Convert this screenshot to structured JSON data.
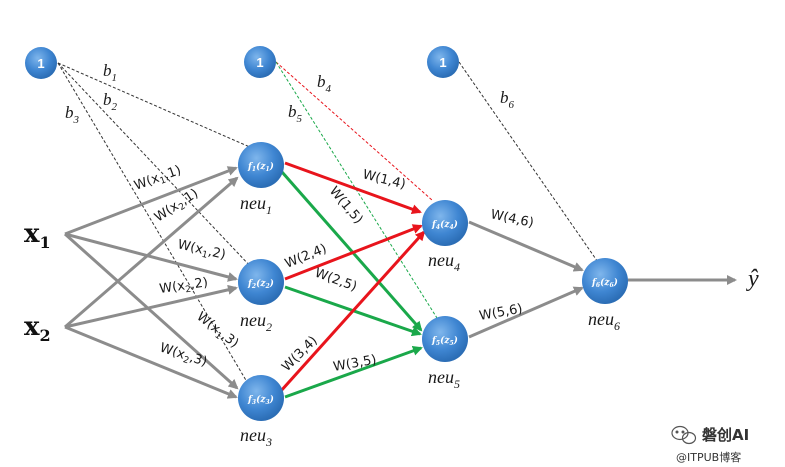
{
  "inputs": [
    {
      "id": "x1",
      "label": "x",
      "sub": "1"
    },
    {
      "id": "x2",
      "label": "x",
      "sub": "2"
    }
  ],
  "bias_nodes": [
    {
      "id": "bias1",
      "label": "1"
    },
    {
      "id": "bias2",
      "label": "1"
    },
    {
      "id": "bias3",
      "label": "1"
    }
  ],
  "neurons": [
    {
      "id": "n1",
      "f": "f",
      "i": "1",
      "caption": "neu",
      "sub": "1"
    },
    {
      "id": "n2",
      "f": "f",
      "i": "2",
      "caption": "neu",
      "sub": "2"
    },
    {
      "id": "n3",
      "f": "f",
      "i": "3",
      "caption": "neu",
      "sub": "3"
    },
    {
      "id": "n4",
      "f": "f",
      "i": "4",
      "caption": "neu",
      "sub": "4"
    },
    {
      "id": "n5",
      "f": "f",
      "i": "5",
      "caption": "neu",
      "sub": "5"
    },
    {
      "id": "n6",
      "f": "f",
      "i": "6",
      "caption": "neu",
      "sub": "6"
    }
  ],
  "bias_labels": {
    "b1": "b",
    "b1s": "1",
    "b2": "b",
    "b2s": "2",
    "b3": "b",
    "b3s": "3",
    "b4": "b",
    "b4s": "4",
    "b5": "b",
    "b5s": "5",
    "b6": "b",
    "b6s": "6"
  },
  "weights": {
    "wx11": {
      "w": "W",
      "a": "(x",
      "b": "1",
      "c": ",1)"
    },
    "wx21": {
      "w": "W",
      "a": "(x",
      "b": "2",
      "c": ",1)"
    },
    "wx12": {
      "w": "W",
      "a": "(x",
      "b": "1",
      "c": ",2)"
    },
    "wx22": {
      "w": "W",
      "a": "(x",
      "b": "2",
      "c": ",2)"
    },
    "wx13": {
      "w": "W",
      "a": "(x",
      "b": "1",
      "c": ",3)"
    },
    "wx23": {
      "w": "W",
      "a": "(x",
      "b": "2",
      "c": ",3)"
    },
    "w14": {
      "w": "W",
      "idx": "(1,4)"
    },
    "w15": {
      "w": "W",
      "idx": "(1,5)"
    },
    "w24": {
      "w": "W",
      "idx": "(2,4)"
    },
    "w25": {
      "w": "W",
      "idx": "(2,5)"
    },
    "w34": {
      "w": "W",
      "idx": "(3,4)"
    },
    "w35": {
      "w": "W",
      "idx": "(3,5)"
    },
    "w46": {
      "w": "W",
      "idx": "(4,6)"
    },
    "w56": {
      "w": "W",
      "idx": "(5,6)"
    }
  },
  "output": {
    "label": "ŷ"
  },
  "watermark": {
    "brand": "磐创AI",
    "source": "@ITPUB博客"
  },
  "colors": {
    "node": "#4a90d9",
    "gray_edge": "#8c8c8c",
    "red_edge": "#e8141c",
    "green_edge": "#1aa84a",
    "dash_black": "#333333",
    "dash_red": "#e8141c",
    "dash_green": "#1aa84a"
  }
}
